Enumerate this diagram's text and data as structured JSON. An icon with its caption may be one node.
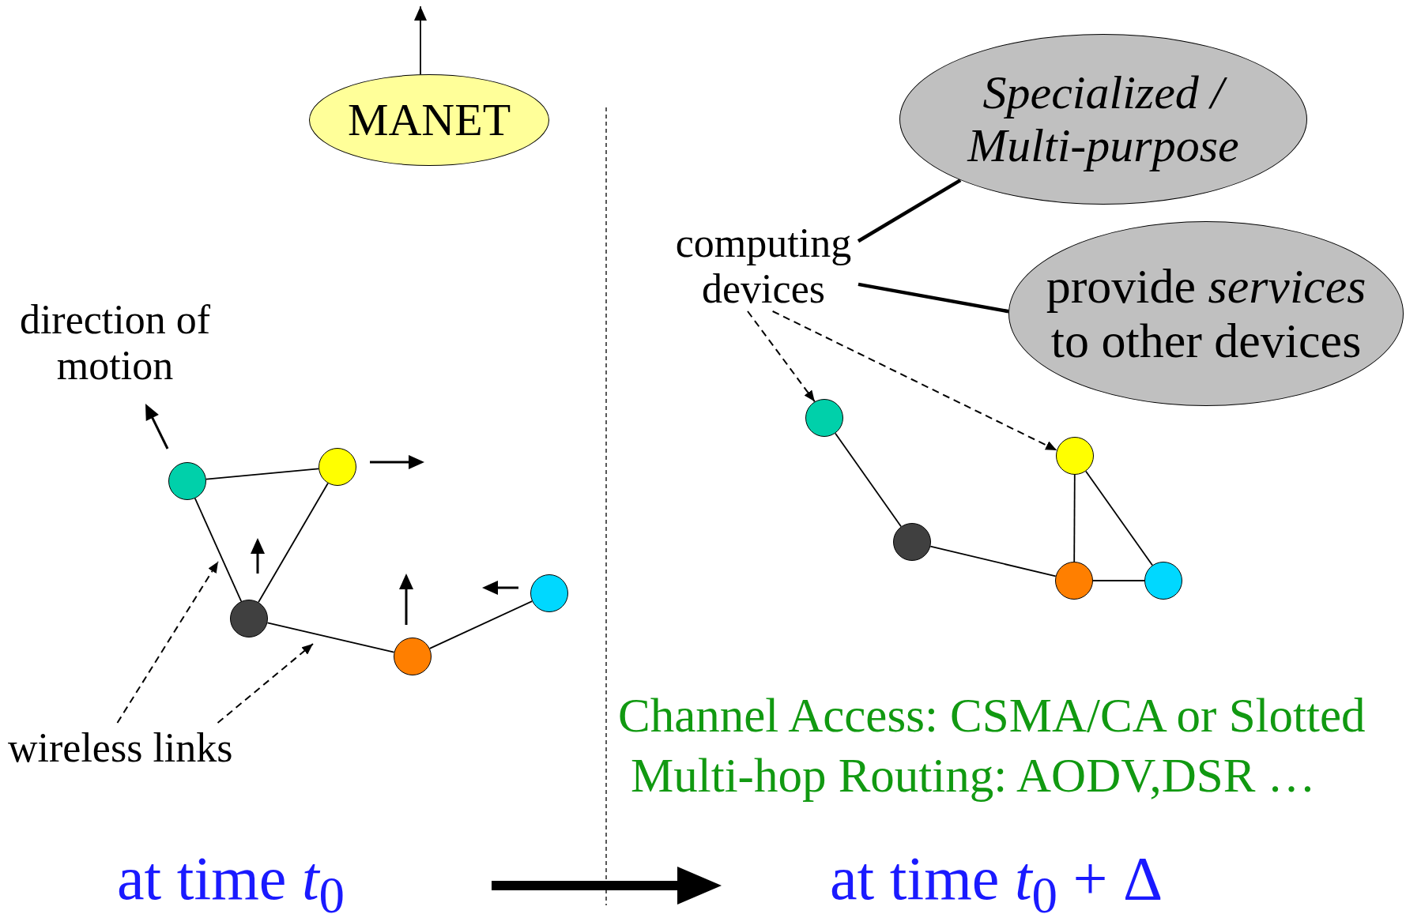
{
  "diagram": {
    "nodes": [
      {
        "text": [
          "MANET"
        ]
      },
      {
        "text": [
          "Specialized / Multi-purpose"
        ]
      },
      {
        "text": [
          "computing devices"
        ]
      },
      {
        "text": [
          "provide *services* to other devices"
        ]
      },
      {
        "text": [],
        "shape": "circle"
      },
      {
        "text": [],
        "shape": "circle"
      },
      {
        "text": [],
        "shape": "circle"
      },
      {
        "text": [],
        "shape": "circle"
      },
      {
        "text": [],
        "shape": "circle"
      },
      {
        "text": [],
        "shape": "circle"
      },
      {
        "text": [],
        "shape": "circle"
      },
      {
        "text": [],
        "shape": "circle"
      },
      {
        "text": [],
        "shape": "circle"
      },
      {
        "text": [],
        "shape": "circle"
      },
      {
        "text": [
          "wireless links"
        ]
      }
    ],
    "edges": [
      {
        "from": 0,
        "to": null,
        "arrow": "to"
      },
      {
        "from": 2,
        "to": 1,
        "arrow": "none",
        "style": "thick"
      },
      {
        "from": 2,
        "to": 3,
        "arrow": "none",
        "style": "thick"
      },
      {
        "from": 2,
        "to": 9,
        "arrow": "to",
        "style": "dashed"
      },
      {
        "from": 2,
        "to": 10,
        "arrow": "to",
        "style": "dashed"
      },
      {
        "from": 4,
        "to": 5,
        "arrow": "none"
      },
      {
        "from": 4,
        "to": 6,
        "arrow": "none"
      },
      {
        "from": 5,
        "to": 6,
        "arrow": "none"
      },
      {
        "from": 6,
        "to": 7,
        "arrow": "none"
      },
      {
        "from": 7,
        "to": 8,
        "arrow": "none"
      },
      {
        "from": 9,
        "to": 11,
        "arrow": "none"
      },
      {
        "from": 11,
        "to": 12,
        "arrow": "none"
      },
      {
        "from": 10,
        "to": 12,
        "arrow": "none"
      },
      {
        "from": 10,
        "to": 13,
        "arrow": "none"
      },
      {
        "from": 12,
        "to": 13,
        "arrow": "none"
      },
      {
        "from": 14,
        "to": null,
        "arrow": "to",
        "style": "dashed"
      },
      {
        "from": 14,
        "to": null,
        "arrow": "to",
        "style": "dashed"
      }
    ],
    "labels": [
      "direction of motion",
      "Channel Access: CSMA/CA or Slotted",
      "Multi-hop Routing: AODV,DSR …",
      "at time *t*$_{0}$",
      "at time *t*$_{0}$ + Δ"
    ]
  }
}
